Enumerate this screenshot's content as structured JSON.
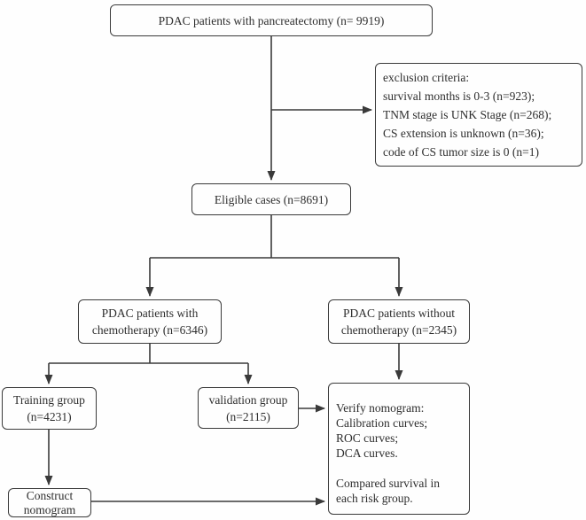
{
  "figure": {
    "type": "patient-selection-flowchart",
    "background_color": "#fefefe",
    "line_color": "#3a3a3a",
    "text_color": "#2e2e2e"
  },
  "nodes": {
    "total": {
      "label": "PDAC patients with pancreatectomy (n= 9919)"
    },
    "exclusion": {
      "lines": [
        "exclusion criteria:",
        "survival months is 0-3 (n=923);",
        "TNM stage is UNK Stage (n=268);",
        "CS extension is unknown (n=36);",
        "code of CS tumor size is 0 (n=1)"
      ]
    },
    "eligible": {
      "label": "Eligible cases (n=8691)"
    },
    "with_chemo": {
      "lines": [
        "PDAC patients with",
        "chemotherapy (n=6346)"
      ]
    },
    "without_chemo": {
      "lines": [
        "PDAC patients without",
        "chemotherapy (n=2345)"
      ]
    },
    "training": {
      "lines": [
        "Training group",
        "(n=4231)"
      ]
    },
    "validation": {
      "lines": [
        "validation group",
        "(n=2115)"
      ]
    },
    "verify": {
      "lines": [
        "Verify nomogram:",
        "Calibration curves;",
        "ROC curves;",
        "DCA curves.",
        "",
        "Compared survival in",
        "each risk group."
      ]
    },
    "construct": {
      "lines": [
        "Construct",
        "nomogram"
      ]
    }
  }
}
